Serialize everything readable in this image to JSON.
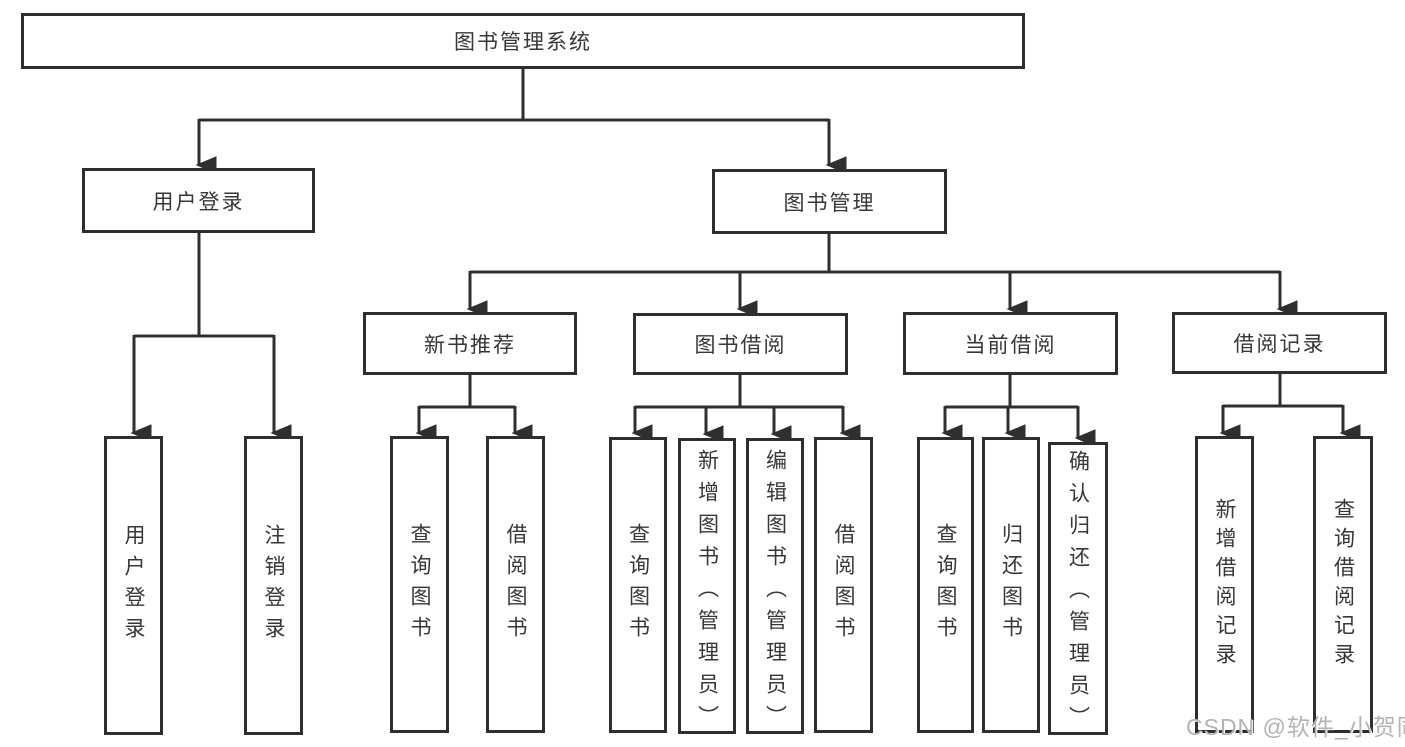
{
  "colors": {
    "line": "#2f2f2f",
    "box_border": "#2e2e2e",
    "text": "#373737",
    "watermark": "#b3b3b3",
    "background": "#ffffff"
  },
  "tree": {
    "root": {
      "label": "图书管理系统",
      "children": [
        {
          "label": "用户登录",
          "children": [
            {
              "label": "用户登录"
            },
            {
              "label": "注销登录"
            }
          ]
        },
        {
          "label": "图书管理",
          "children": [
            {
              "label": "新书推荐",
              "children": [
                {
                  "label": "查询图书"
                },
                {
                  "label": "借阅图书"
                }
              ]
            },
            {
              "label": "图书借阅",
              "children": [
                {
                  "label": "查询图书"
                },
                {
                  "label": "新增图书（管理员）"
                },
                {
                  "label": "编辑图书（管理员）"
                },
                {
                  "label": "借阅图书"
                }
              ]
            },
            {
              "label": "当前借阅",
              "children": [
                {
                  "label": "查询图书"
                },
                {
                  "label": "归还图书"
                },
                {
                  "label": "确认归还（管理员）"
                }
              ]
            },
            {
              "label": "借阅记录",
              "children": [
                {
                  "label": "新增借阅记录"
                },
                {
                  "label": "查询借阅记录"
                }
              ]
            }
          ]
        }
      ]
    }
  },
  "watermark": {
    "text": "CSDN @软件_小贺同学"
  }
}
